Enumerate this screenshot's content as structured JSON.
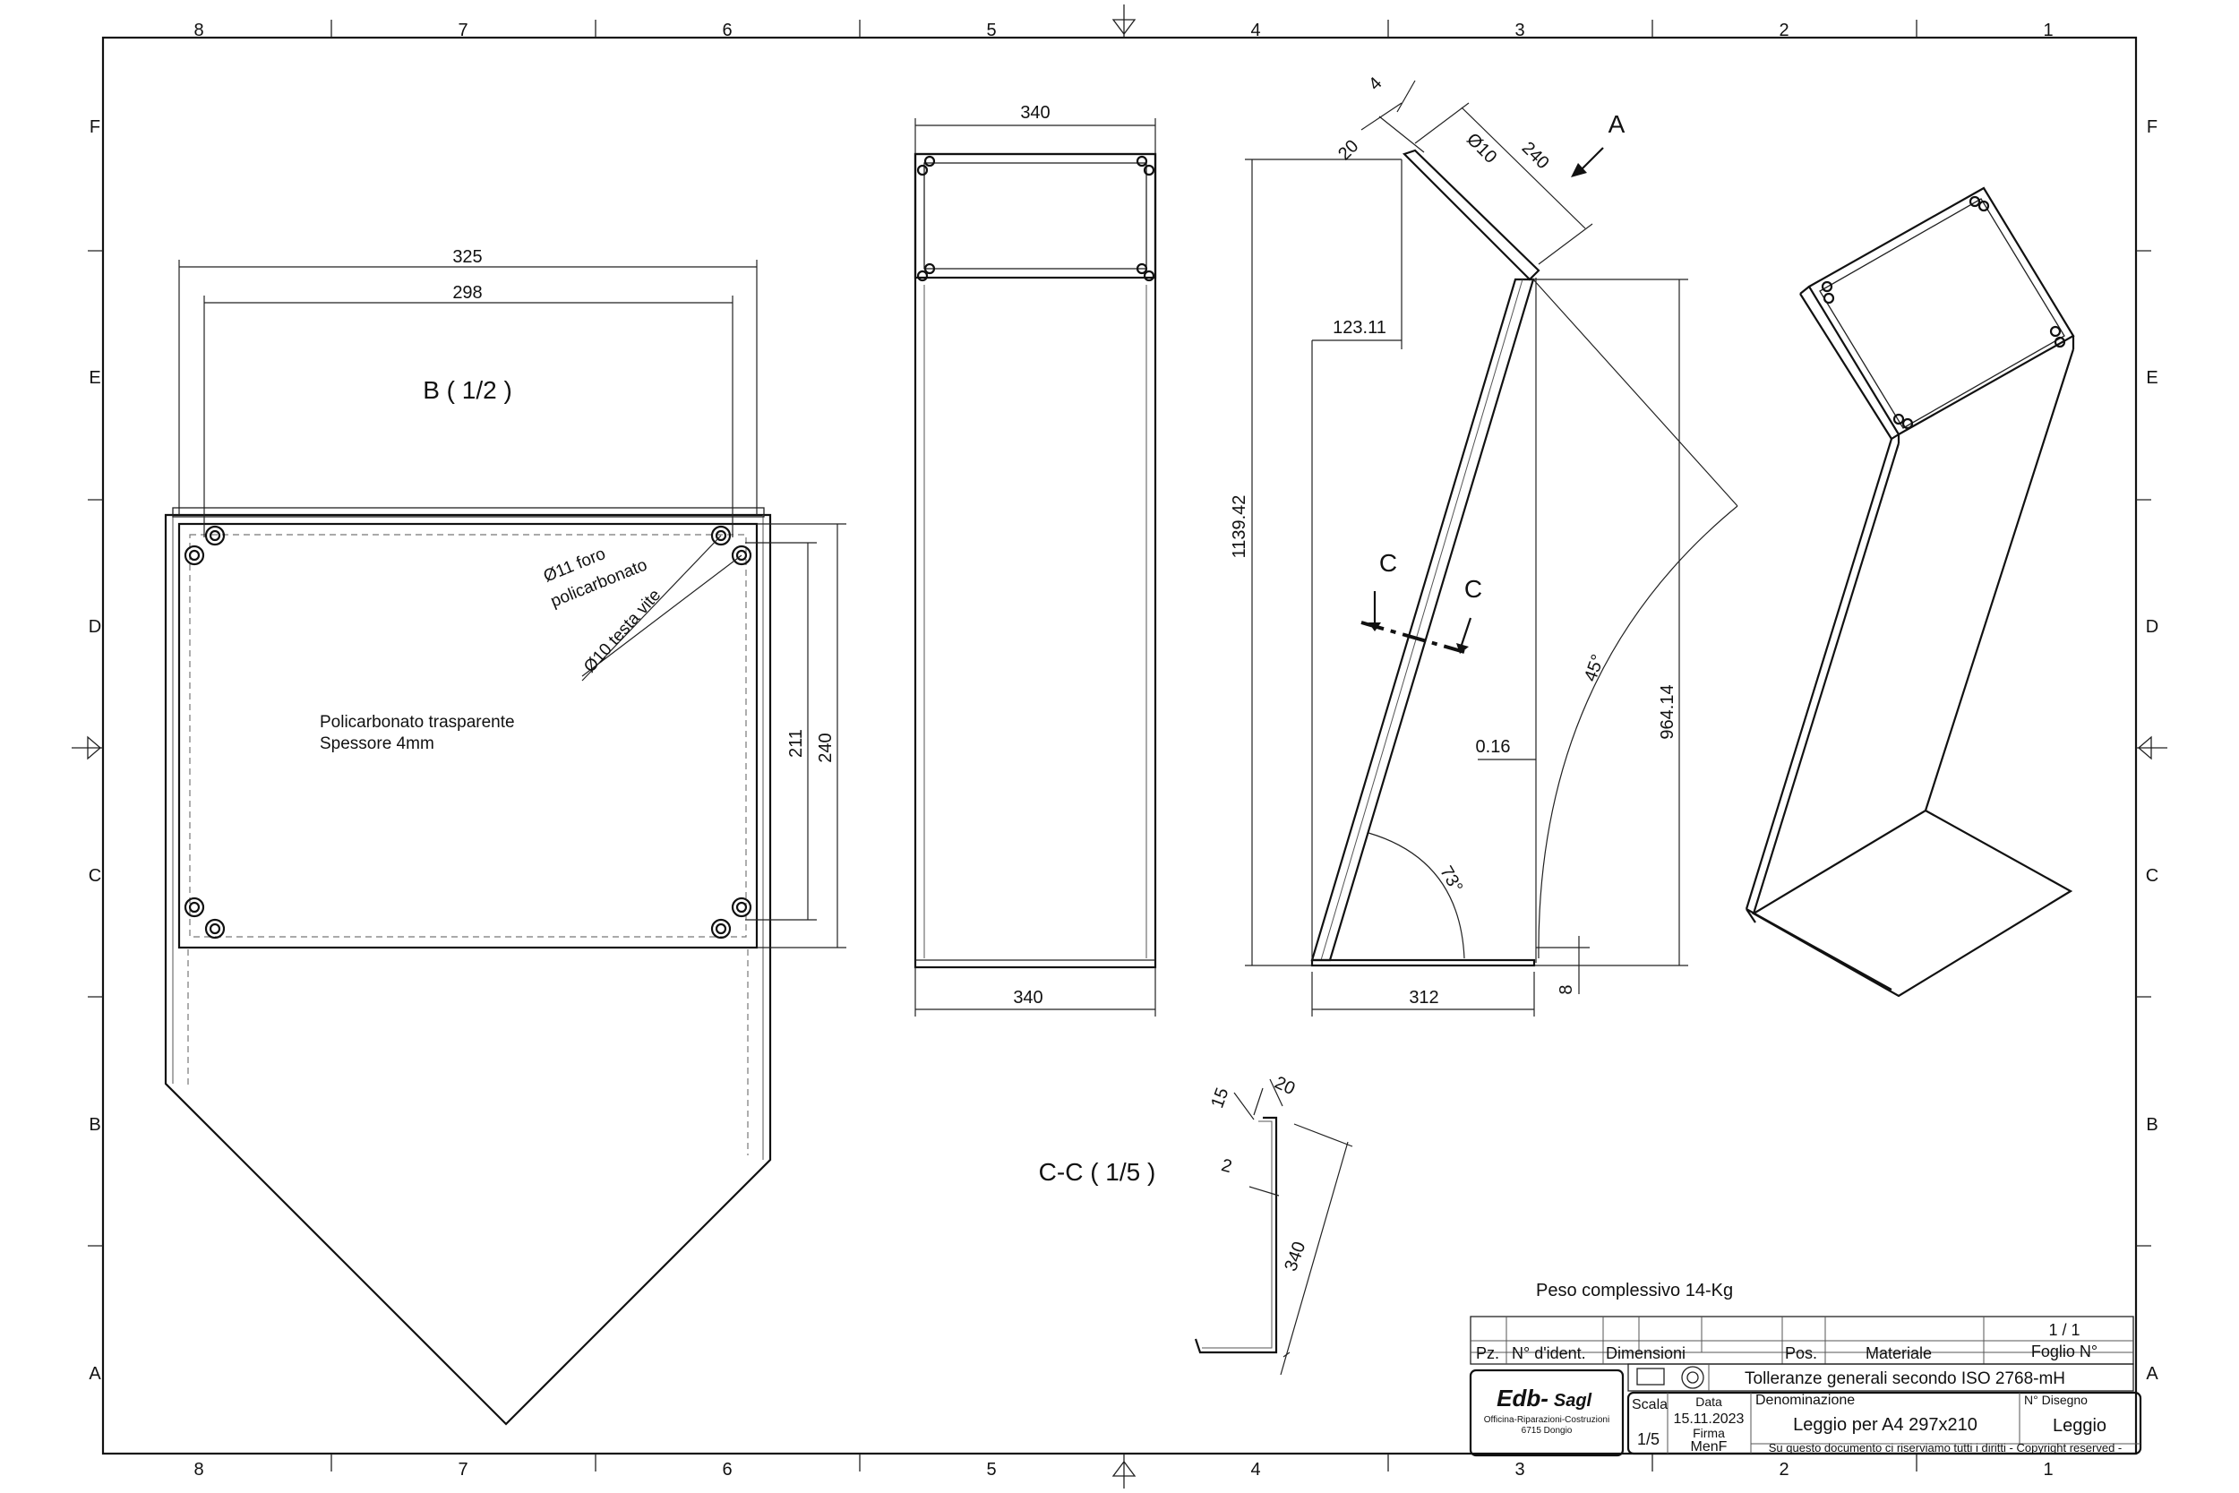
{
  "frame": {
    "columns": [
      "8",
      "7",
      "6",
      "5",
      "4",
      "3",
      "2",
      "1"
    ],
    "rows": [
      "F",
      "E",
      "D",
      "C",
      "B",
      "A"
    ]
  },
  "view_b": {
    "title": "B ( 1/2 )",
    "dims": [
      "325",
      "298",
      "211",
      "240"
    ],
    "note_hole_foro_1": "Ø11 foro",
    "note_hole_foro_2": "policarbonato",
    "note_screw": "Ø10 testa vite",
    "material_1": "Policarbonato trasparente",
    "material_2": "Spessore 4mm"
  },
  "front_view": {
    "dim_top": "340",
    "dim_bottom": "340"
  },
  "side_view": {
    "dims": [
      "4",
      "20",
      "Ø10",
      "240",
      "123.11",
      "1139.42",
      "964.14",
      "0.16",
      "312",
      "8"
    ],
    "angle_45": "45°",
    "angle_73": "73°",
    "arrow_a": "A",
    "section_c_left": "C",
    "section_c_right": "C"
  },
  "section_cc": {
    "title": "C-C ( 1/5 )",
    "dims": [
      "15",
      "20",
      "2",
      "340"
    ]
  },
  "weight_note": "Peso complessivo 14-Kg",
  "title_block": {
    "sheet_count": "1 / 1",
    "sheet_label": "Foglio N°",
    "headers": [
      "Pz.",
      "N° d'ident.",
      "Dimensioni",
      "Pos.",
      "Materiale"
    ],
    "tolerance": "Tolleranze generali secondo ISO 2768-mH",
    "company_name": "Edb-",
    "company_suffix": "Sagl",
    "company_line1": "Officina-Riparazioni-Costruzioni",
    "company_line2": "6715 Dongio",
    "scala_label": "Scala",
    "scala_value": "1/5",
    "data_label": "Data",
    "data_value": "15.11.2023",
    "firma_label": "Firma",
    "firma_value": "MenF",
    "denominazione_label": "Denominazione",
    "denominazione_value": "Leggio per A4 297x210",
    "disegno_label": "N° Disegno",
    "disegno_value": "Leggio",
    "rights": "Su questo documento ci riserviamo tutti i diritti - Copyright reserved -"
  }
}
